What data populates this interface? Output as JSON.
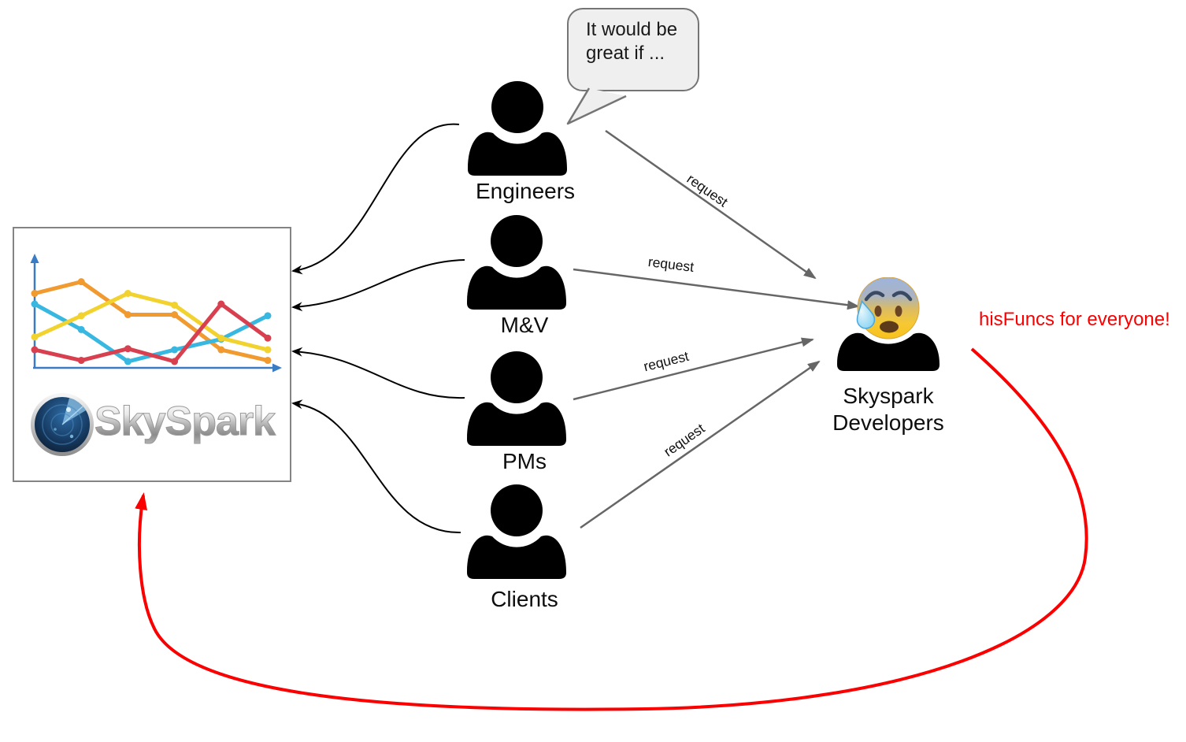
{
  "speech_bubble": {
    "line1": "It would be",
    "line2": "great if ...",
    "fill": "#efefef",
    "border_color": "#757575"
  },
  "users": [
    {
      "label": "Engineers"
    },
    {
      "label": "M&V"
    },
    {
      "label": "PMs"
    },
    {
      "label": "Clients"
    }
  ],
  "developers": {
    "line1": "Skyspark",
    "line2": "Developers",
    "emoji": "anxious-face-with-sweat"
  },
  "request_labels": [
    "request",
    "request",
    "request",
    "request"
  ],
  "annotation": {
    "text": "hisFuncs for everyone!",
    "color": "#fa0000"
  },
  "skyspark_box": {
    "logo_text": "SkySpark",
    "logo_icon": "radar-icon"
  },
  "arrow_colors": {
    "request_arrows": "#666666",
    "feedback_arrows": "#000000",
    "hisfuncs_arrow": "#fa0000"
  },
  "chart_data": {
    "type": "line",
    "x": [
      0,
      1,
      2,
      3,
      4,
      5
    ],
    "series": [
      {
        "name": "orange",
        "color": "#f09a2f",
        "values": [
          7.0,
          8.1,
          5.0,
          5.0,
          1.7,
          0.7
        ]
      },
      {
        "name": "cyan",
        "color": "#38b8e0",
        "values": [
          6.0,
          3.6,
          0.6,
          1.7,
          2.7,
          4.9
        ]
      },
      {
        "name": "yellow",
        "color": "#f2d22e",
        "values": [
          2.9,
          4.9,
          7.0,
          5.9,
          2.8,
          1.7
        ]
      },
      {
        "name": "red",
        "color": "#d8404f",
        "values": [
          1.7,
          0.7,
          1.8,
          0.6,
          6.0,
          2.8
        ]
      }
    ],
    "title": "",
    "xlabel": "",
    "ylabel": "",
    "ylim": [
      0,
      10
    ],
    "grid": false,
    "legend": false,
    "markers": true,
    "axes_color": "#3a7cc4"
  }
}
